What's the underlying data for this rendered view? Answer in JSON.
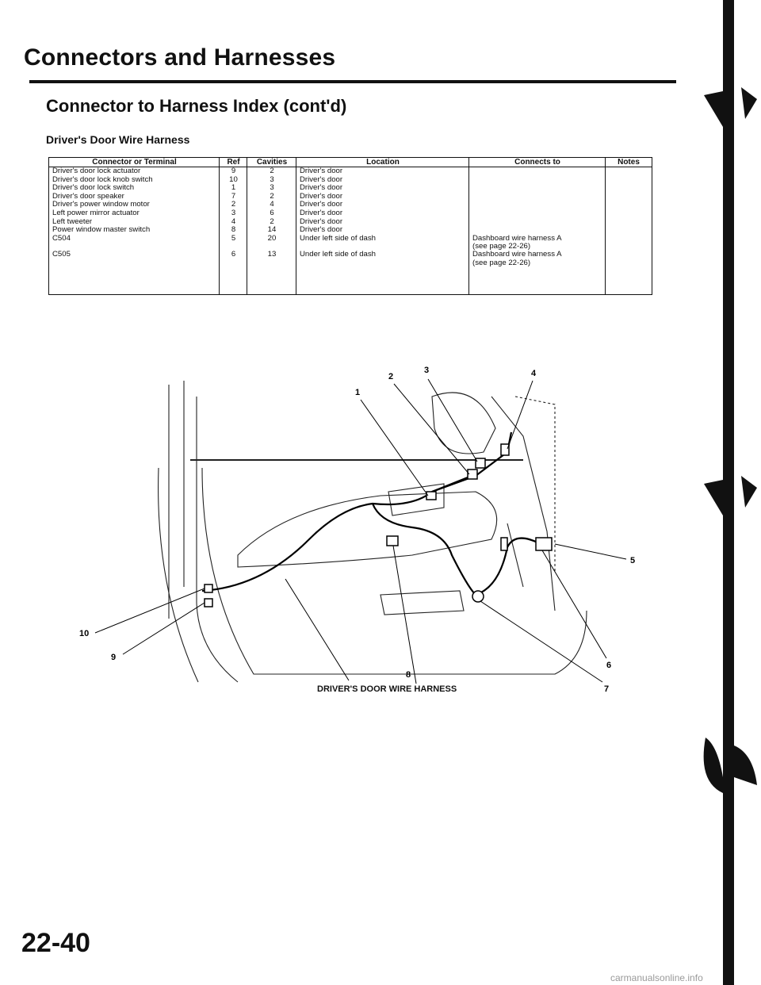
{
  "page": {
    "title": "Connectors and Harnesses",
    "subtitle": "Connector to Harness Index (cont'd)",
    "section": "Driver's Door Wire Harness",
    "page_number": "22-40",
    "watermark": "carmanualsonline.info"
  },
  "table": {
    "headers": {
      "connector": "Connector or Terminal",
      "ref": "Ref",
      "cavities": "Cavities",
      "location": "Location",
      "connects_to": "Connects to",
      "notes": "Notes"
    },
    "rows": [
      {
        "connector": "Driver's door lock actuator",
        "ref": "9",
        "cavities": "2",
        "location": "Driver's door",
        "connects_to": "",
        "connects_to_2": ""
      },
      {
        "connector": "Driver's door lock knob switch",
        "ref": "10",
        "cavities": "3",
        "location": "Driver's door",
        "connects_to": "",
        "connects_to_2": ""
      },
      {
        "connector": "Driver's door lock switch",
        "ref": "1",
        "cavities": "3",
        "location": "Driver's door",
        "connects_to": "",
        "connects_to_2": ""
      },
      {
        "connector": "Driver's door speaker",
        "ref": "7",
        "cavities": "2",
        "location": "Driver's door",
        "connects_to": "",
        "connects_to_2": ""
      },
      {
        "connector": "Driver's power window motor",
        "ref": "2",
        "cavities": "4",
        "location": "Driver's door",
        "connects_to": "",
        "connects_to_2": ""
      },
      {
        "connector": "Left power mirror actuator",
        "ref": "3",
        "cavities": "6",
        "location": "Driver's door",
        "connects_to": "",
        "connects_to_2": ""
      },
      {
        "connector": "Left tweeter",
        "ref": "4",
        "cavities": "2",
        "location": "Driver's door",
        "connects_to": "",
        "connects_to_2": ""
      },
      {
        "connector": "Power window master switch",
        "ref": "8",
        "cavities": "14",
        "location": "Driver's door",
        "connects_to": "",
        "connects_to_2": ""
      },
      {
        "connector": "C504",
        "ref": "5",
        "cavities": "20",
        "location": "Under left side of dash",
        "connects_to": "Dashboard wire harness A",
        "connects_to_2": "(see page 22-26)"
      },
      {
        "connector": "C505",
        "ref": "6",
        "cavities": "13",
        "location": "Under left side of dash",
        "connects_to": "Dashboard wire harness A",
        "connects_to_2": "(see page 22-26)"
      }
    ]
  },
  "diagram": {
    "caption": "DRIVER'S DOOR WIRE HARNESS",
    "callouts": [
      "1",
      "2",
      "3",
      "4",
      "5",
      "6",
      "7",
      "8",
      "9",
      "10"
    ]
  }
}
